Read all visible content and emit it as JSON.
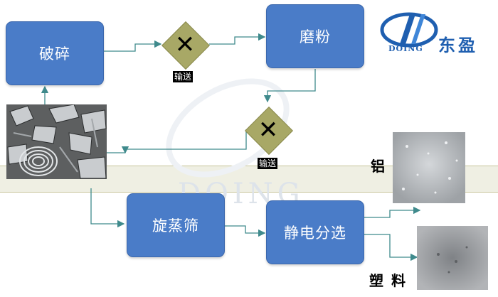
{
  "brand": {
    "name_cn": "东盈",
    "name_en": "DOING",
    "watermark": "DOING"
  },
  "nodes": {
    "crush": "破碎",
    "grind": "磨粉",
    "screen": "旋蒸筛",
    "separate": "静电分选"
  },
  "conveyors": [
    {
      "label": "输送"
    },
    {
      "label": "输送"
    }
  ],
  "outputs": {
    "aluminum": "铝",
    "plastic": "塑 料"
  },
  "colors": {
    "process_box": "#4a7cc8",
    "conveyor_diamond": "#a8a866",
    "brand": "#1f5fb0",
    "band": "#efefe3"
  }
}
